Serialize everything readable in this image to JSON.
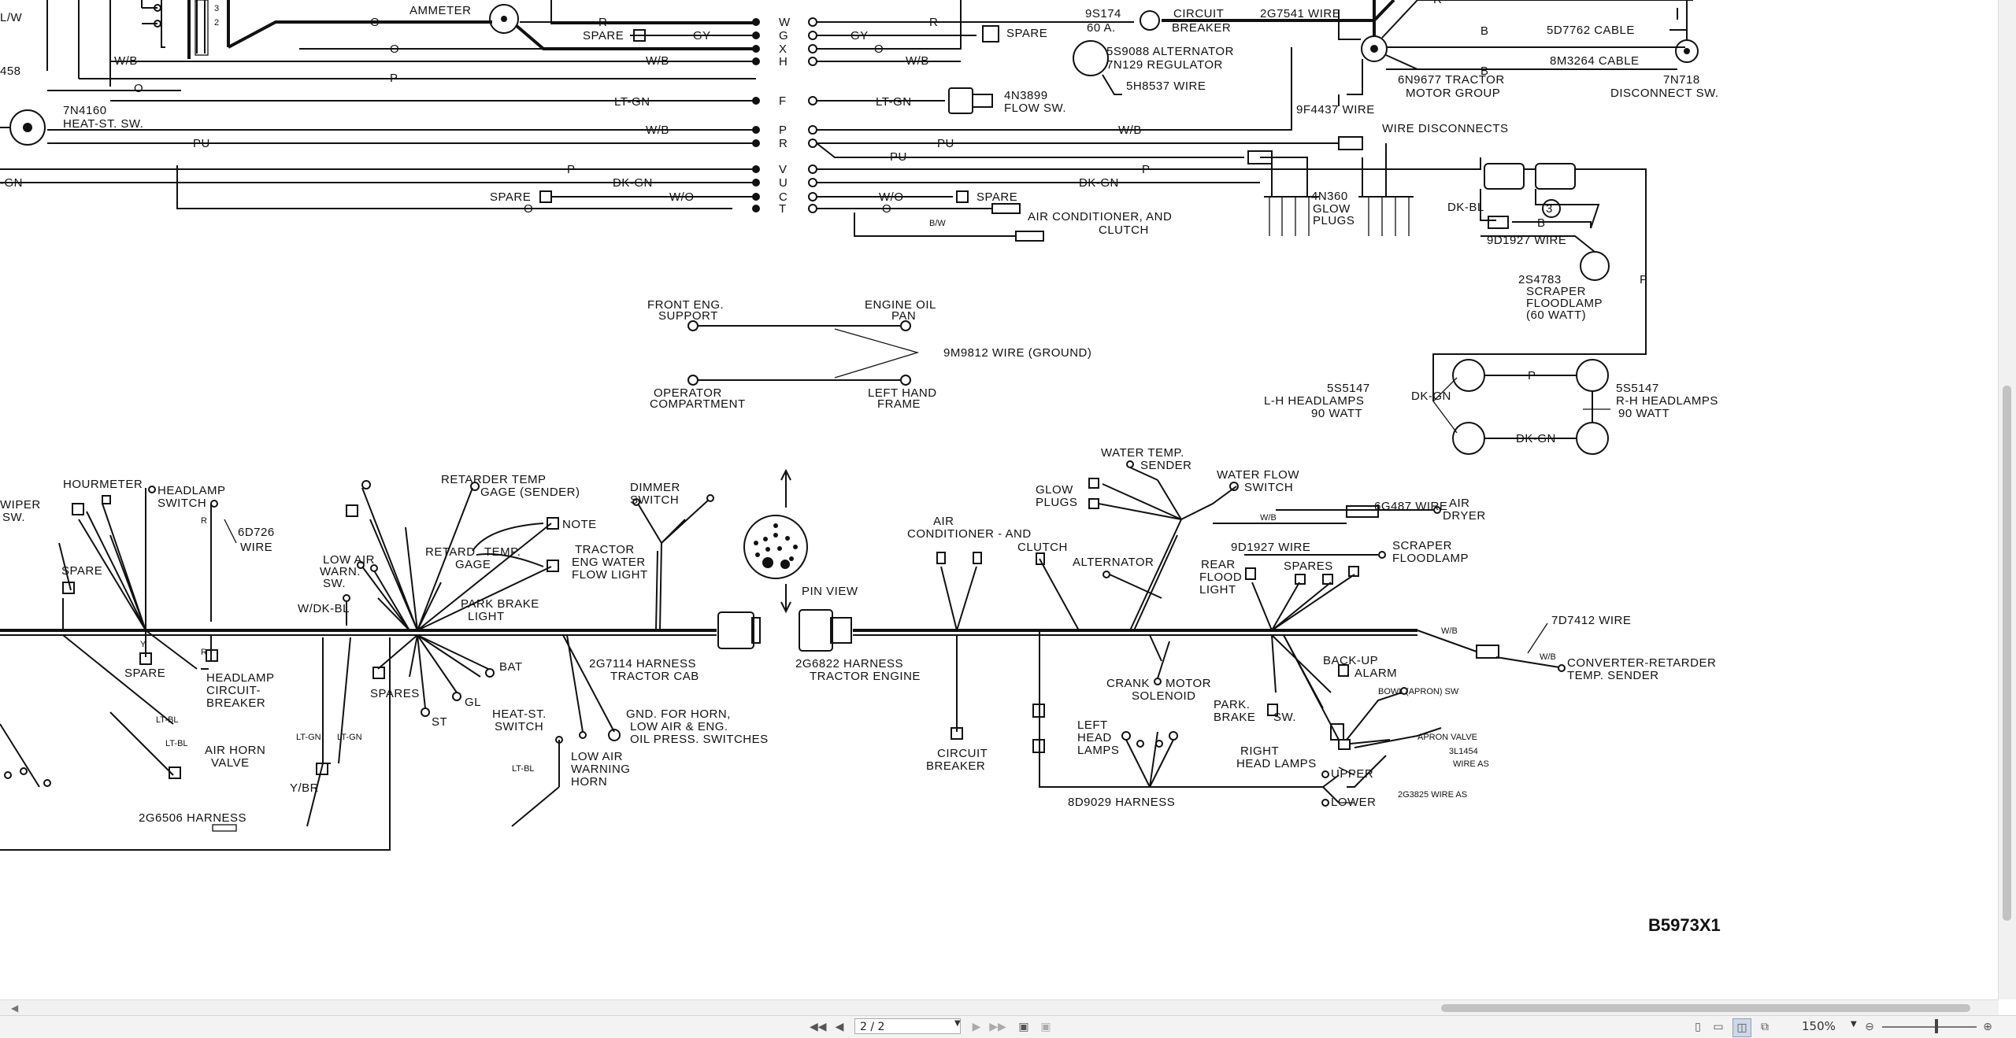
{
  "diagram": {
    "drawing_number": "B5973X1",
    "top_left": {
      "ammeter": "AMMETER",
      "heat_start_switch": "7N4160",
      "heat_start_switch_label": "HEAT-ST. SW.",
      "harness_bus_labels": [
        "W",
        "G",
        "X",
        "H",
        "F",
        "P",
        "R",
        "V",
        "U",
        "C",
        "T"
      ],
      "wire_colors": {
        "r": "R",
        "spare": "SPARE",
        "gy": "GY",
        "o": "O",
        "wb": "W/B",
        "p": "P",
        "ltgn": "LT-GN",
        "pu": "PU",
        "dkgn": "DK-GN",
        "wo": "W/O",
        "gn_frag": "-GN",
        "lw_frag": "L/W",
        "num458": "458"
      }
    },
    "top_right": {
      "breaker_part": "9S174",
      "breaker_rating": "60 A.",
      "circuit": "CIRCUIT",
      "breaker": "BREAKER",
      "wire_2g7541": "2G7541 WIRE",
      "alternator": "5S9088 ALTERNATOR",
      "regulator": "7N129 REGULATOR",
      "wire_5h8537": "5H8537 WIRE",
      "flow_switch_part": "4N3899",
      "flow_switch": "FLOW SW.",
      "spare": "SPARE",
      "motor_group_part": "6N9677 TRACTOR",
      "motor_group": "MOTOR GROUP",
      "wire_9f4437": "9F4437 WIRE",
      "cable_5d7762": "5D7762  CABLE",
      "cable_8m3264": "8M3264 CABLE",
      "disconnect_part": "7N718",
      "disconnect": "DISCONNECT SW.",
      "wire_disconnects": "WIRE DISCONNECTS",
      "glow_plugs_part": "4N360",
      "glow": "GLOW",
      "plugs": "PLUGS",
      "air_cond": "AIR CONDITIONER, AND",
      "clutch": "CLUTCH",
      "bw": "B/W",
      "dkbl": "DK-BL",
      "b": "B",
      "circle3": "3",
      "wire_9d1927": "9D1927 WIRE",
      "scraper_part": "2S4783",
      "scraper": "SCRAPER",
      "floodlamp": "FLOODLAMP",
      "watt60": "(60 WATT)",
      "lh_part": "5S5147",
      "lh_headlamps": "L-H HEADLAMPS",
      "watt90": "90 WATT",
      "rh_part": "5S5147",
      "rh_headlamps": "R-H HEADLAMPS",
      "rh_watt": "90 WATT"
    },
    "ground": {
      "front_eng": "FRONT ENG.",
      "support": "SUPPORT",
      "engine_oil": "ENGINE OIL",
      "pan": "PAN",
      "wire": "9M9812 WIRE (GROUND)",
      "operator": "OPERATOR",
      "compartment": "COMPARTMENT",
      "left_hand": "LEFT HAND",
      "frame": "FRAME"
    },
    "cab_harness": {
      "wiper": "WIPER",
      "sw": "SW.",
      "hourmeter": "HOURMETER",
      "headlamp": "HEADLAMP",
      "switch": "SWITCH",
      "wire_6d726": "6D726",
      "wire": "WIRE",
      "spare": "SPARE",
      "low_air": "LOW AIR",
      "warn": "WARN.",
      "sw2": "SW.",
      "wdkbl": "W/DK-BL",
      "retarder_temp": "RETARDER TEMP",
      "gage_sender": "GAGE (SENDER)",
      "note": "NOTE",
      "retard": "RETARD.",
      "temp": "TEMP.",
      "gage": "GAGE",
      "tractor": "TRACTOR",
      "eng_water": "ENG WATER",
      "flow_light": "FLOW LIGHT",
      "park_brake": "PARK BRAKE",
      "light": "LIGHT",
      "dimmer": "DIMMER",
      "dimmer_switch": "SWITCH",
      "harness_part": "2G7114 HARNESS",
      "harness_name": "TRACTOR CAB",
      "headlamp_cb": "HEADLAMP",
      "circuit": "CIRCUIT-",
      "breaker": "BREAKER",
      "air_horn": "AIR HORN",
      "valve": "VALVE",
      "spares": "SPARES",
      "gl": "GL",
      "st": "ST",
      "bat": "BAT",
      "heat_st": "HEAT-ST.",
      "heat_switch": "SWITCH",
      "gnd": "GND. FOR HORN,",
      "gnd2": "LOW AIR & ENG.",
      "gnd3": "OIL PRESS. SWITCHES",
      "low_air_horn": "LOW AIR",
      "warning": "WARNING",
      "horn": "HORN",
      "harness_2g6506": "2G6506 HARNESS",
      "ybr": "Y/BR",
      "y": "Y",
      "r": "R",
      "ltgn": "LT-GN",
      "ltbl": "LT-BL",
      "pin_view": "PIN VIEW"
    },
    "engine_harness": {
      "harness_part": "2G6822 HARNESS",
      "harness_name": "TRACTOR ENGINE",
      "water_temp": "WATER TEMP.",
      "sender": "SENDER",
      "glow": "GLOW",
      "plugs": "PLUGS",
      "water_flow": "WATER FLOW",
      "flow_switch": "SWITCH",
      "wire_6g487": "6G487 WIRE",
      "air_dryer_1": "AIR",
      "air_dryer_2": "DRYER",
      "air_cond": "AIR",
      "air_cond2": "CONDITIONER - AND",
      "clutch": "CLUTCH",
      "alternator": "ALTERNATOR",
      "wire_9d1927": "9D1927 WIRE",
      "scraper": "SCRAPER",
      "floodlamp": "FLOODLAMP",
      "rear": "REAR",
      "flood": "FLOOD",
      "light": "LIGHT",
      "spares": "SPARES",
      "wire_7d7412": "7D7412 WIRE",
      "converter": "CONVERTER-RETARDER",
      "temp_sender": "TEMP. SENDER",
      "crank": "CRANK",
      "motor": "MOTOR",
      "solenoid": "SOLENOID",
      "backup": "BACK-UP",
      "alarm": "ALARM",
      "bowl": "BOWL (APRON) SW",
      "apron_valve": "APRON VALVE",
      "wire_3l1454": "3L1454",
      "wire_as": "WIRE AS",
      "park": "PARK.",
      "brake": "BRAKE",
      "sw": "SW.",
      "right": "RIGHT",
      "head_lamps": "HEAD LAMPS",
      "upper": "UPPER",
      "lower": "LOWER",
      "wire_2g3825": "2G3825 WIRE AS",
      "left": "LEFT",
      "head": "HEAD",
      "lamps": "LAMPS",
      "circuit": "CIRCUIT",
      "breaker": "BREAKER",
      "harness_8d9029": "8D9029  HARNESS",
      "wb": "W/B"
    }
  },
  "viewer": {
    "page_indicator": "2 / 2",
    "zoom_level": "150%",
    "icons": {
      "first_page": "first-page-icon",
      "prev_page": "prev-page-icon",
      "next_page": "next-page-icon",
      "last_page": "last-page-icon",
      "page_dropdown": "chevron-down-icon",
      "zoom_out": "zoom-out-icon",
      "zoom_in": "zoom-in-icon"
    }
  }
}
